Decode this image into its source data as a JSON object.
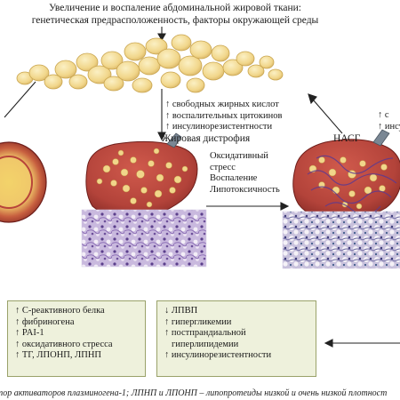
{
  "header": {
    "line1": "Увеличение и воспаление абдоминальной жировой ткани:",
    "line2": "генетическая предрасположенность, факторы окружающей среды"
  },
  "center_effects": {
    "items": [
      "↑ свободных жирных кислот",
      "↑ воспалительных цитокинов",
      "↑ инсулинорезистентности"
    ]
  },
  "right_effects": {
    "items": [
      "↑ с",
      "↑ инсу"
    ]
  },
  "stages": {
    "steatosis": "Жировая дистрофия",
    "nash": "НАСГ"
  },
  "mechanisms": {
    "items": [
      "Оксидативный",
      "стресс",
      "Воспаление",
      "Липотоксичность"
    ]
  },
  "box_left": {
    "items": [
      "↑ С-реактивного белка",
      "↑ фибриногена",
      "↑ PAI-1",
      "↑ оксидативного стресса",
      "↑ ТГ, ЛПОНП, ЛПНП"
    ]
  },
  "box_right": {
    "items": [
      "↓ ЛПВП",
      "↑ гипергликемии",
      "↑ постпрандиальной",
      "гиперлипидемии",
      "↑ инсулинорезистентности"
    ]
  },
  "footnote": "тор активаторов плазминогена-1; ЛПНП и ЛПОНП – липопротеиды низкой и очень низкой плотност",
  "colors": {
    "fat": "#f1d68a",
    "fat_edge": "#c9a54f",
    "liver": "#b8443a",
    "liver_dark": "#7d2722",
    "box_bg": "#eef1dc",
    "box_border": "#9aa26a",
    "stain": "#7a5aa8"
  }
}
